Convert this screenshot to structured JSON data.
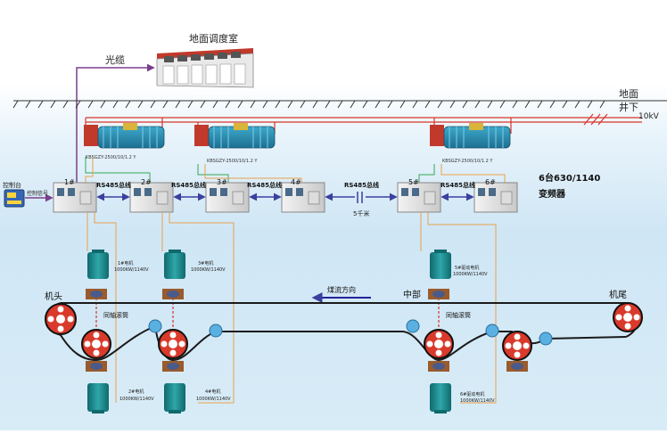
{
  "labels": {
    "control_room": "地面调度室",
    "fiber": "光缆",
    "surface": "地面",
    "underground": "井下",
    "voltage_line": "10kV",
    "vfd_summary_1": "6台630/1140",
    "vfd_summary_2": "变频器",
    "console": "控制台",
    "control_signal": "控制信号",
    "rs485": "RS485总线",
    "distance": "5千米",
    "head": "机头",
    "middle": "中部",
    "tail": "机尾",
    "coal_flow": "煤流方向",
    "coaxial": "同轴滚筒"
  },
  "transformers": [
    {
      "label": "KBSGZY-2500/10/1.2 Y"
    },
    {
      "label": "KBSGZY-2500/10/1.2 Y"
    },
    {
      "label": "KBSGZY-2500/10/1.2 Y"
    }
  ],
  "inverters": [
    {
      "label": "1#"
    },
    {
      "label": "2#"
    },
    {
      "label": "3#"
    },
    {
      "label": "4#"
    },
    {
      "label": "5#"
    },
    {
      "label": "6#"
    }
  ],
  "motors": [
    {
      "line1": "1#电机",
      "line2": "1000KW/1140V"
    },
    {
      "line1": "3#电机",
      "line2": "1000KW/1140V"
    },
    {
      "line1": "5#驱动电机",
      "line2": "1000KW/1140V"
    },
    {
      "line1": "2#电机",
      "line2": "1000KW/1140V"
    },
    {
      "line1": "4#电机",
      "line2": "1000KW/1140V"
    },
    {
      "line1": "6#驱动电机",
      "line2": "1000KW/1140V"
    }
  ],
  "colors": {
    "frame": "#7a3f8c",
    "power": "#d8342b",
    "green": "#34a853",
    "orange": "#e8a14a",
    "bus": "#3b3f9e",
    "motor": "#1e8b8f",
    "drum": "#d93a2b",
    "belt": "#1a1a1a"
  }
}
